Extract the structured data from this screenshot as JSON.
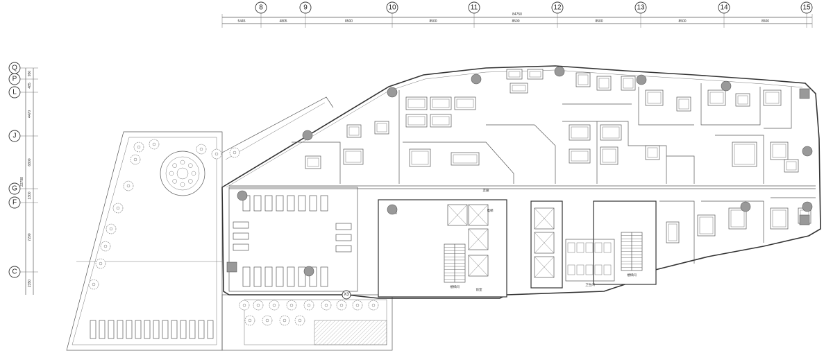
{
  "drawing": {
    "kind": "architectural floor plan"
  },
  "grid_top": {
    "labels": [
      "8",
      "9",
      "10",
      "11",
      "12",
      "13",
      "14",
      "15"
    ],
    "overall_dimension": "84750",
    "segment_dimensions": [
      "5445",
      "4805",
      "8500",
      "8500",
      "8500",
      "8500",
      "8500",
      "8500"
    ]
  },
  "grid_left": {
    "labels": [
      "Q",
      "P",
      "L",
      "J",
      "G",
      "F",
      "C"
    ],
    "overall_dimension": "22798",
    "segment_dimensions": [
      "950",
      "485",
      "4470",
      "6800",
      "1300",
      "7200",
      "2350"
    ]
  },
  "tags": {
    "special_marker": "X3"
  },
  "rooms": {
    "stair_label": "楼梯间",
    "elevator_label": "电梯",
    "corridor_label": "走廊",
    "toilet_label": "卫生间",
    "equipment_label": "机房",
    "lobby_label": "前室"
  },
  "colors": {
    "line": "#333333",
    "column_fill": "#999999",
    "background": "#ffffff"
  }
}
